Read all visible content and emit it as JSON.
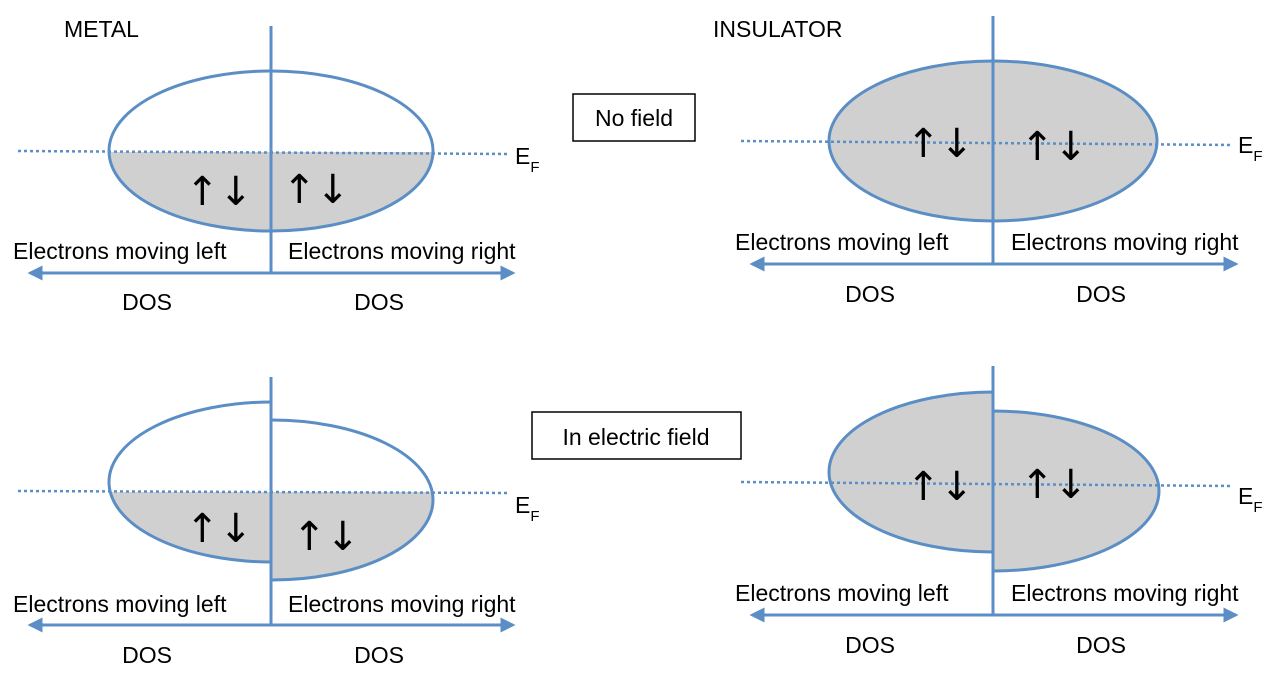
{
  "headings": {
    "metal": "METAL",
    "insulator": "INSULATOR"
  },
  "captions": {
    "no_field": "No field",
    "in_field": "In electric field"
  },
  "labels": {
    "left": "Electrons moving left",
    "right": "Electrons moving right",
    "dos": "DOS",
    "fermi_main": "E",
    "fermi_sub": "F",
    "spin": "↑↓"
  },
  "colors": {
    "line": "#5b8ec4",
    "fill": "#d0d0d0",
    "empty": "#ffffff"
  }
}
